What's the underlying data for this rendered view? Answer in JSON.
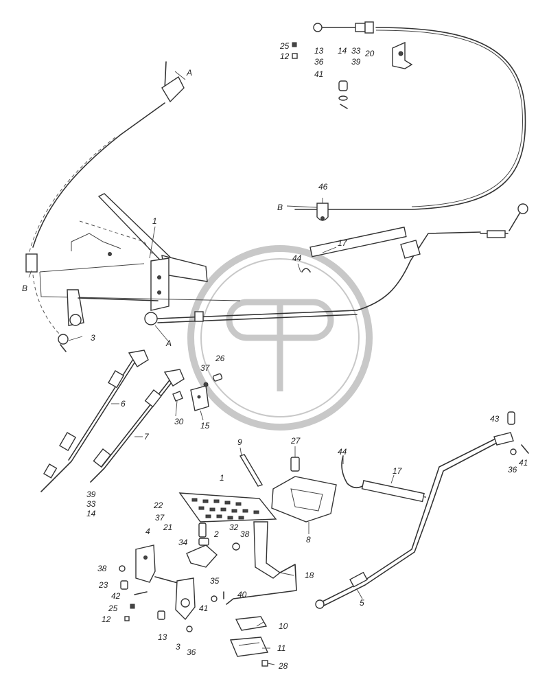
{
  "callouts": [
    {
      "id": "c1",
      "text": "25"
    },
    {
      "id": "c2",
      "text": "12"
    },
    {
      "id": "c3",
      "text": "13"
    },
    {
      "id": "c4",
      "text": "36"
    },
    {
      "id": "c5",
      "text": "14"
    },
    {
      "id": "c6",
      "text": "33"
    },
    {
      "id": "c7",
      "text": "39"
    },
    {
      "id": "c8",
      "text": "20"
    },
    {
      "id": "c9",
      "text": "41"
    },
    {
      "id": "c10",
      "text": "A"
    },
    {
      "id": "c11",
      "text": "46"
    },
    {
      "id": "c12",
      "text": "B"
    },
    {
      "id": "c13",
      "text": "1"
    },
    {
      "id": "c14",
      "text": "17"
    },
    {
      "id": "c15",
      "text": "44"
    },
    {
      "id": "c16",
      "text": "B"
    },
    {
      "id": "c17",
      "text": "3"
    },
    {
      "id": "c18",
      "text": "A"
    },
    {
      "id": "c19",
      "text": "26"
    },
    {
      "id": "c20",
      "text": "37"
    },
    {
      "id": "c21",
      "text": "6"
    },
    {
      "id": "c22",
      "text": "30"
    },
    {
      "id": "c23",
      "text": "15"
    },
    {
      "id": "c24",
      "text": "7"
    },
    {
      "id": "c25",
      "text": "9"
    },
    {
      "id": "c26",
      "text": "27"
    },
    {
      "id": "c27",
      "text": "44"
    },
    {
      "id": "c28",
      "text": "17"
    },
    {
      "id": "c29",
      "text": "43"
    },
    {
      "id": "c30",
      "text": "36"
    },
    {
      "id": "c31",
      "text": "41"
    },
    {
      "id": "c32",
      "text": "1"
    },
    {
      "id": "c33",
      "text": "39"
    },
    {
      "id": "c34",
      "text": "33"
    },
    {
      "id": "c35",
      "text": "14"
    },
    {
      "id": "c36",
      "text": "22"
    },
    {
      "id": "c37",
      "text": "37"
    },
    {
      "id": "c38",
      "text": "21"
    },
    {
      "id": "c39",
      "text": "32"
    },
    {
      "id": "c40",
      "text": "38"
    },
    {
      "id": "c41",
      "text": "34"
    },
    {
      "id": "c42",
      "text": "2"
    },
    {
      "id": "c43",
      "text": "8"
    },
    {
      "id": "c44",
      "text": "4"
    },
    {
      "id": "c45",
      "text": "38"
    },
    {
      "id": "c46",
      "text": "18"
    },
    {
      "id": "c47",
      "text": "23"
    },
    {
      "id": "c48",
      "text": "35"
    },
    {
      "id": "c49",
      "text": "40"
    },
    {
      "id": "c50",
      "text": "42"
    },
    {
      "id": "c51",
      "text": "25"
    },
    {
      "id": "c52",
      "text": "41"
    },
    {
      "id": "c53",
      "text": "5"
    },
    {
      "id": "c54",
      "text": "12"
    },
    {
      "id": "c55",
      "text": "10"
    },
    {
      "id": "c56",
      "text": "13"
    },
    {
      "id": "c57",
      "text": "3"
    },
    {
      "id": "c58",
      "text": "36"
    },
    {
      "id": "c59",
      "text": "11"
    },
    {
      "id": "c60",
      "text": "28"
    }
  ]
}
